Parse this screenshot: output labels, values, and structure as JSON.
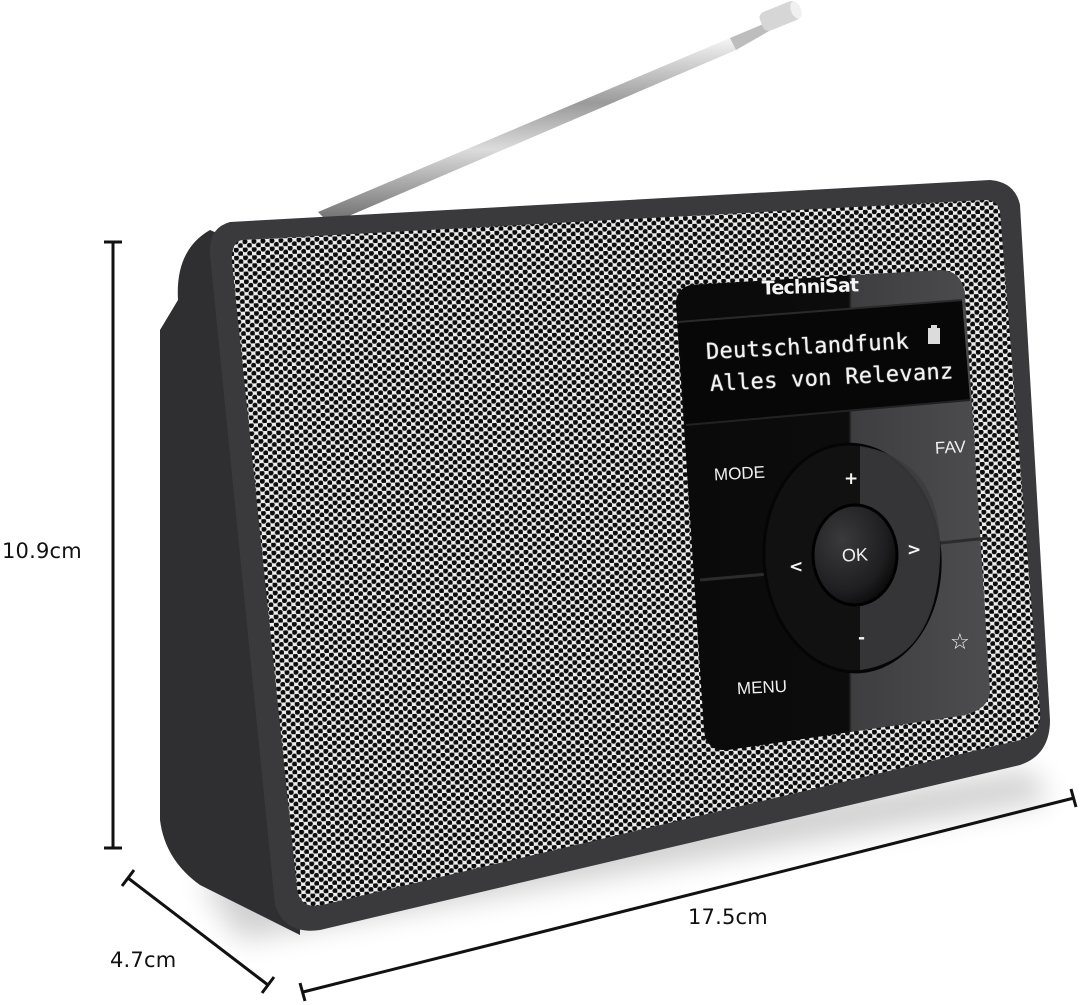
{
  "product": {
    "brand": "TechniSat",
    "display": {
      "line1": "Deutschlandfunk",
      "line2": "Alles von Relevanz",
      "battery_icon": "battery-icon"
    },
    "buttons": {
      "mode": "MODE",
      "fav": "FAV",
      "menu": "MENU",
      "ok": "OK",
      "up": "+",
      "down": "-",
      "left": "<",
      "right": ">",
      "star": "☆"
    }
  },
  "dimensions": {
    "height": "10.9cm",
    "width": "17.5cm",
    "depth": "4.7cm"
  },
  "colors": {
    "body": "#3a3a3c",
    "grille_bg": "#e8e8e8",
    "grille_hole": "#0d0d0d",
    "panel": "#0b0b0c",
    "panel_light": "#4a4a4c",
    "antenna": "#c8c8c8"
  }
}
